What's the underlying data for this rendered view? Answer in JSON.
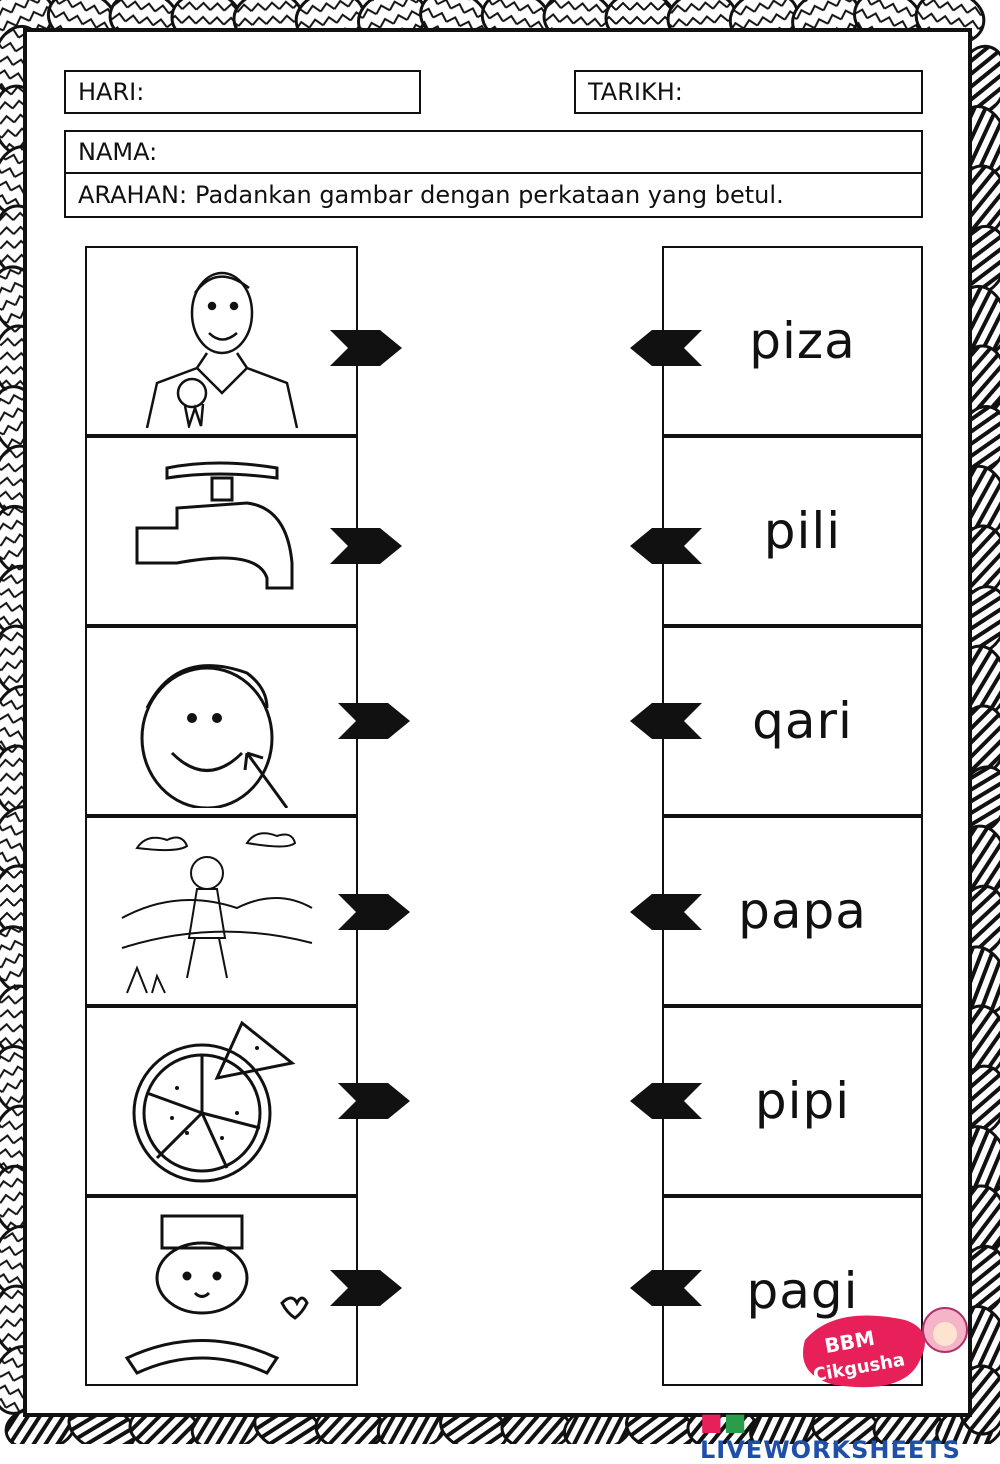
{
  "header": {
    "hari_label": "HARI:",
    "tarikh_label": "TARIKH:",
    "nama_label": "NAMA:",
    "arahan_label": "ARAHAN:",
    "arahan_text": "Padankan gambar dengan perkataan yang betul."
  },
  "pictures": [
    {
      "icon": "dad-icon"
    },
    {
      "icon": "tap-icon"
    },
    {
      "icon": "cheek-face-icon"
    },
    {
      "icon": "morning-boy-icon"
    },
    {
      "icon": "pizza-icon"
    },
    {
      "icon": "quran-reader-icon"
    }
  ],
  "words": [
    "piza",
    "pili",
    "qari",
    "papa",
    "pipi",
    "pagi"
  ],
  "branding": {
    "logo_line1": "BBM",
    "logo_line2": "Cikgusha",
    "site": "LIVEWORKSHEETS"
  }
}
